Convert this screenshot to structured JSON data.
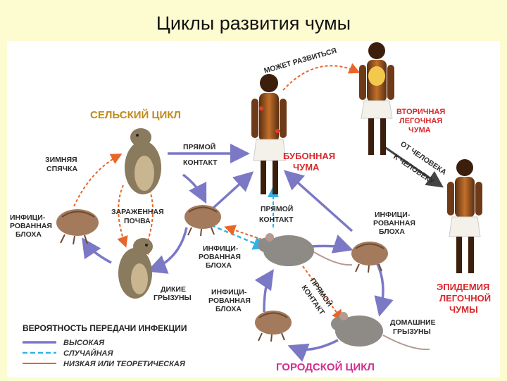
{
  "title": "Циклы развития чумы",
  "colors": {
    "high": "#7b78c6",
    "random": "#2fb3ea",
    "low": "#e8662a",
    "rural_header": "#c08a1c",
    "urban_header": "#d12e8e",
    "red_text": "#d8282b"
  },
  "diagram": {
    "rural_cycle": "СЕЛЬСКИЙ ЦИКЛ",
    "urban_cycle": "ГОРОДСКОЙ ЦИКЛ",
    "can_develop": "МОЖЕТ РАЗВИТЬСЯ",
    "winter_sleep": [
      "ЗИМНЯЯ",
      "СПЯЧКА"
    ],
    "direct_contact_1": [
      "ПРЯМОЙ",
      "КОНТАКТ"
    ],
    "direct_contact_2": [
      "ПРЯМОЙ",
      "КОНТАКТ"
    ],
    "direct_contact_3": [
      "ПРЯМОЙ",
      "КОНТАКТ"
    ],
    "infected_soil": [
      "ЗАРАЖЕННАЯ",
      "ПОЧВА"
    ],
    "infected_flea_left": [
      "ИНФИЦИ-",
      "РОВАННАЯ",
      "БЛОХА"
    ],
    "infected_flea_mid": [
      "ИНФИЦИ-",
      "РОВАННАЯ",
      "БЛОХА"
    ],
    "infected_flea_right": [
      "ИНФИЦИ-",
      "РОВАННАЯ",
      "БЛОХА"
    ],
    "infected_flea_bottom": [
      "ИНФИЦИ-",
      "РОВАННАЯ",
      "БЛОХА"
    ],
    "wild_rodents": [
      "ДИКИЕ",
      "ГРЫЗУНЫ"
    ],
    "domestic_rodents": [
      "ДОМАШНИЕ",
      "ГРЫЗУНЫ"
    ],
    "bubonic_plague": [
      "БУБОННАЯ",
      "ЧУМА"
    ],
    "secondary_pneumonic": [
      "ВТОРИЧНАЯ",
      "ЛЕГОЧНАЯ",
      "ЧУМА"
    ],
    "person_to_person": [
      "ОТ ЧЕЛОВЕКА",
      "К ЧЕЛОВЕКУ"
    ],
    "pneumonic_epidemic": [
      "ЭПИДЕМИЯ",
      "ЛЕГОЧНОЙ",
      "ЧУМЫ"
    ]
  },
  "legend": {
    "title": "ВЕРОЯТНОСТЬ ПЕРЕДАЧИ ИНФЕКЦИИ",
    "items": [
      "ВЫСОКАЯ",
      "СЛУЧАЙНАЯ",
      "НИЗКАЯ ИЛИ ТЕОРЕТИЧЕСКАЯ"
    ]
  }
}
